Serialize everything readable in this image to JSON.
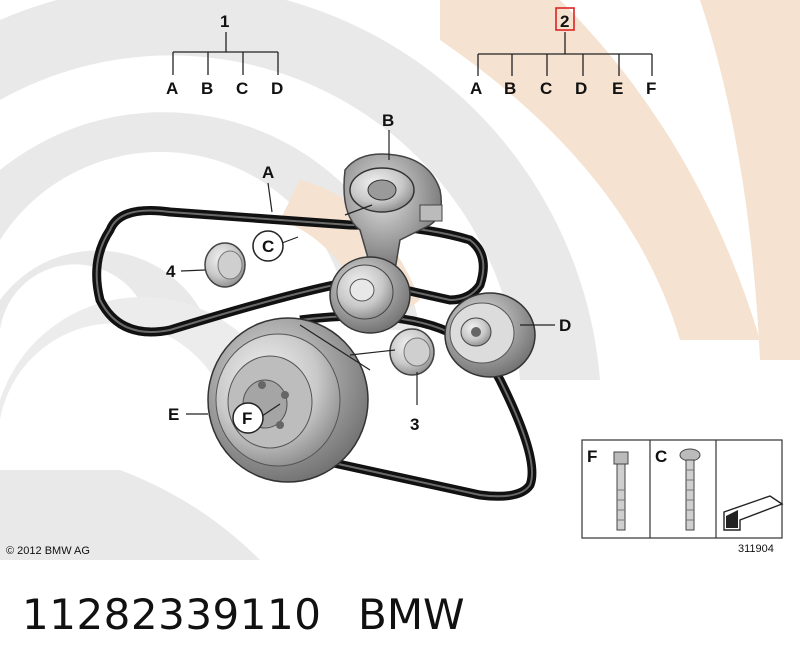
{
  "diagram": {
    "group1": {
      "number": "1",
      "letters": [
        "A",
        "B",
        "C",
        "D"
      ]
    },
    "group2": {
      "number": "2",
      "letters": [
        "A",
        "B",
        "C",
        "D",
        "E",
        "F"
      ]
    },
    "callouts": {
      "A": "A",
      "B": "B",
      "C": "C",
      "D": "D",
      "E": "E",
      "F": "F",
      "n3": "3",
      "n4": "4"
    },
    "inset": {
      "left_label": "F",
      "right_label": "C"
    },
    "copyright": "© 2012 BMW AG",
    "figure_id": "311904"
  },
  "footer": {
    "part_number": "11282339110",
    "brand": "BMW"
  }
}
